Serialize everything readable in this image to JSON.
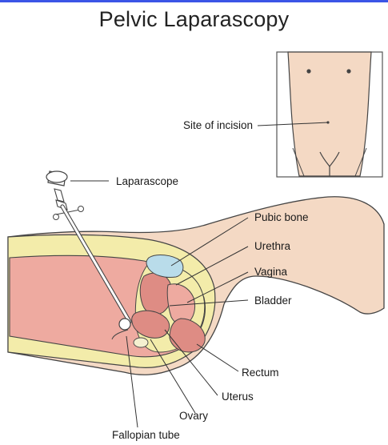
{
  "title": "Pelvic Laparascopy",
  "labels": {
    "site_of_incision": "Site of incision",
    "laparascope": "Laparascope",
    "pubic_bone": "Pubic bone",
    "urethra": "Urethra",
    "vagina": "Vagina",
    "bladder": "Bladder",
    "rectum": "Rectum",
    "uterus": "Uterus",
    "ovary": "Ovary",
    "fallopian_tube": "Fallopian tube"
  },
  "colors": {
    "skin": "#f4d9c4",
    "outline": "#444444",
    "fat_layer": "#f3ecaa",
    "tissue": "#eeaaa0",
    "organ": "#de8c84",
    "bone": "#b9dcea",
    "accent_line": "#3b55e6"
  }
}
